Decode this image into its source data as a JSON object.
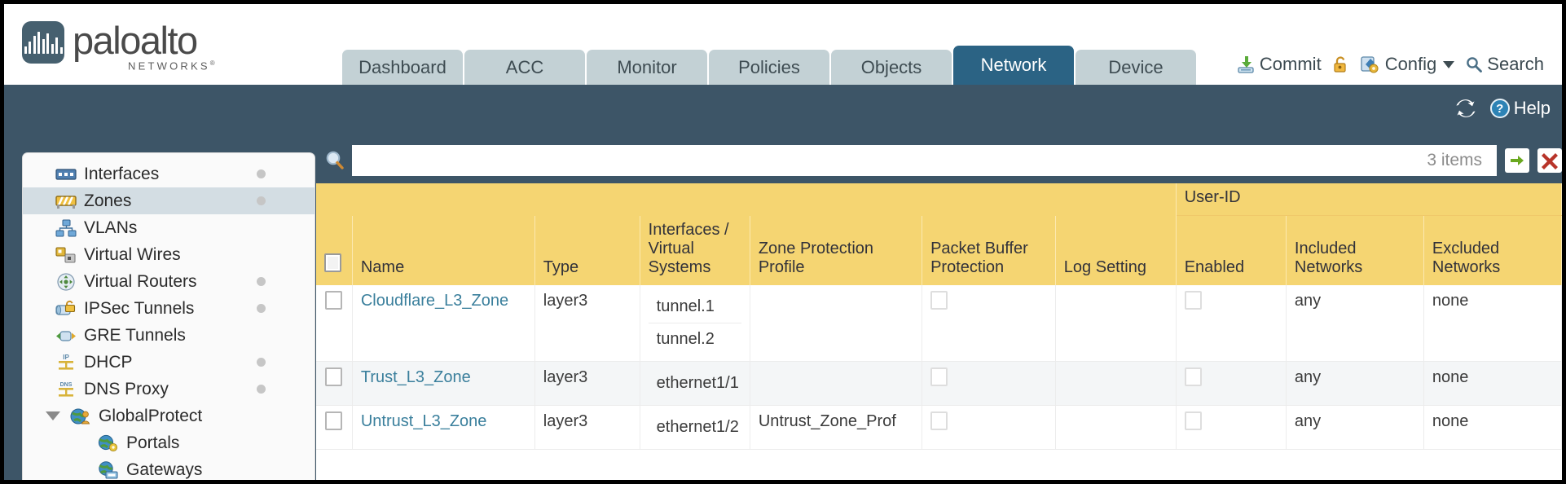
{
  "brand": {
    "name": "paloalto",
    "tagline": "NETWORKS",
    "mark": "paloalto-logo-mark"
  },
  "tabs": [
    {
      "label": "Dashboard",
      "active": false
    },
    {
      "label": "ACC",
      "active": false
    },
    {
      "label": "Monitor",
      "active": false
    },
    {
      "label": "Policies",
      "active": false
    },
    {
      "label": "Objects",
      "active": false
    },
    {
      "label": "Network",
      "active": true
    },
    {
      "label": "Device",
      "active": false
    }
  ],
  "top_actions": {
    "commit": "Commit",
    "commit_icon": "commit-icon",
    "lock_icon": "lock-icon",
    "config": "Config",
    "config_icon": "config-wrench-icon",
    "search": "Search",
    "search_icon": "search-icon"
  },
  "band": {
    "refresh_icon": "refresh-icon",
    "help": "Help",
    "help_icon": "help-question-icon"
  },
  "sidebar": {
    "items": [
      {
        "label": "Interfaces",
        "icon": "interfaces-icon",
        "dot": true,
        "selected": false,
        "level": 0
      },
      {
        "label": "Zones",
        "icon": "zones-icon",
        "dot": true,
        "selected": true,
        "level": 0
      },
      {
        "label": "VLANs",
        "icon": "vlans-icon",
        "dot": false,
        "selected": false,
        "level": 0
      },
      {
        "label": "Virtual Wires",
        "icon": "virtual-wires-icon",
        "dot": false,
        "selected": false,
        "level": 0
      },
      {
        "label": "Virtual Routers",
        "icon": "virtual-routers-icon",
        "dot": true,
        "selected": false,
        "level": 0
      },
      {
        "label": "IPSec Tunnels",
        "icon": "ipsec-tunnels-icon",
        "dot": true,
        "selected": false,
        "level": 0
      },
      {
        "label": "GRE Tunnels",
        "icon": "gre-tunnels-icon",
        "dot": false,
        "selected": false,
        "level": 0
      },
      {
        "label": "DHCP",
        "icon": "dhcp-icon",
        "dot": true,
        "selected": false,
        "level": 0
      },
      {
        "label": "DNS Proxy",
        "icon": "dns-proxy-icon",
        "dot": true,
        "selected": false,
        "level": 0
      },
      {
        "label": "GlobalProtect",
        "icon": "globalprotect-icon",
        "dot": false,
        "selected": false,
        "level": 0,
        "expandable": true,
        "expanded": true
      },
      {
        "label": "Portals",
        "icon": "portals-icon",
        "dot": false,
        "selected": false,
        "level": 1
      },
      {
        "label": "Gateways",
        "icon": "gateways-icon",
        "dot": false,
        "selected": false,
        "level": 1
      }
    ]
  },
  "filter": {
    "value": "",
    "placeholder": "",
    "count": "3 items",
    "search_icon": "search-icon",
    "apply_icon": "apply-filter-arrow-icon",
    "clear_icon": "clear-filter-x-icon"
  },
  "table": {
    "group_header": "User-ID",
    "columns": [
      "Name",
      "Type",
      "Interfaces / Virtual Systems",
      "Zone Protection Profile",
      "Packet Buffer Protection",
      "Log Setting",
      "Enabled",
      "Included Networks",
      "Excluded Networks"
    ],
    "rows": [
      {
        "selected": false,
        "name": "Cloudflare_L3_Zone",
        "type": "layer3",
        "interfaces": [
          "tunnel.1",
          "tunnel.2"
        ],
        "zone_protection_profile": "",
        "packet_buffer_protection": false,
        "log_setting": "",
        "userid_enabled": false,
        "included_networks": "any",
        "excluded_networks": "none"
      },
      {
        "selected": false,
        "name": "Trust_L3_Zone",
        "type": "layer3",
        "interfaces": [
          "ethernet1/1"
        ],
        "zone_protection_profile": "",
        "packet_buffer_protection": false,
        "log_setting": "",
        "userid_enabled": false,
        "included_networks": "any",
        "excluded_networks": "none"
      },
      {
        "selected": false,
        "name": "Untrust_L3_Zone",
        "type": "layer3",
        "interfaces": [
          "ethernet1/2"
        ],
        "zone_protection_profile": "Untrust_Zone_Prof",
        "packet_buffer_protection": false,
        "log_setting": "",
        "userid_enabled": false,
        "included_networks": "any",
        "excluded_networks": "none"
      }
    ]
  },
  "colors": {
    "brand_dark_blue": "#3d5567",
    "active_tab": "#2b6384",
    "tab_idle": "#c3d1d5",
    "header_gold": "#f5d572",
    "group_header_gold": "#dcab3c",
    "link_blue": "#3a7f9c",
    "sidebar_selected": "#d3dde3"
  }
}
